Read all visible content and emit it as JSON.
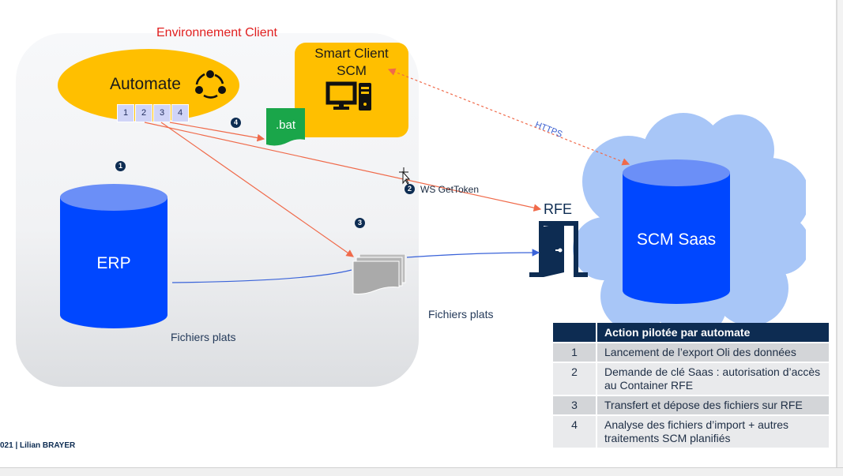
{
  "diagram": {
    "client_zone_title": "Environnement Client",
    "automate": {
      "label": "Automate",
      "steps": [
        "1",
        "2",
        "3",
        "4"
      ],
      "icon": "cycle-icon"
    },
    "smart_client": {
      "title_line1": "Smart Client",
      "title_line2": "SCM",
      "icon": "computer-icon"
    },
    "bat_file": {
      "label": ".bat"
    },
    "erp": {
      "label": "ERP"
    },
    "files_left_label": "Fichiers plats",
    "files_right_label": "Fichiers plats",
    "scm_saas": {
      "label": "SCM Saas"
    },
    "rfe": {
      "label": "RFE",
      "icon": "door-icon"
    },
    "https_label": "HTTPS",
    "ws_label": "WS GetToken",
    "badges": {
      "b1": "1",
      "b2": "2",
      "b3": "3",
      "b4": "4"
    },
    "colors": {
      "client_title": "#e02020",
      "automate": "#ffbf00",
      "db_blue": "#0047ff",
      "db_top": "#6b8ff7",
      "cloud": "#a8c6f7",
      "arrow": "#f06a4a",
      "flow_blue": "#3a63d9",
      "navy": "#0d2c52",
      "bat_green": "#1aa64a"
    }
  },
  "table": {
    "header": [
      "",
      "Action pilotée par automate"
    ],
    "rows": [
      {
        "num": "1",
        "text": "Lancement de l’export Oli des données"
      },
      {
        "num": "2",
        "text": "Demande de clé Saas : autorisation d’accès au Container RFE"
      },
      {
        "num": "3",
        "text": "Transfert et dépose des fichiers sur RFE"
      },
      {
        "num": "4",
        "text": "Analyse des fichiers d’import + autres traitements SCM planifiés"
      }
    ]
  },
  "footer": {
    "text": "021 |  Lilian BRAYER"
  }
}
